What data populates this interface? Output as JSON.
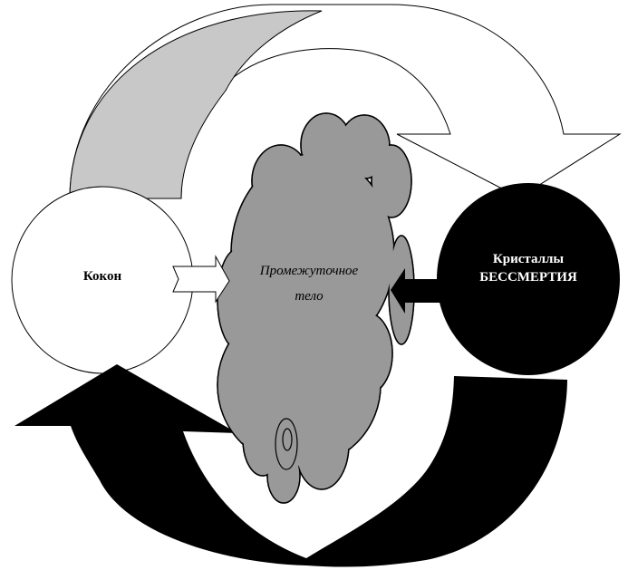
{
  "nodes": {
    "cocoon": {
      "label": "Кокон"
    },
    "intermediate_body": {
      "line1": "Промежуточное",
      "line2": "тело"
    },
    "crystals": {
      "line1": "Кристаллы",
      "line2": "БЕССМЕРТИЯ"
    }
  },
  "colors": {
    "gray_arrow": "#c8c8c8",
    "cloud": "#999999",
    "black": "#000000"
  }
}
